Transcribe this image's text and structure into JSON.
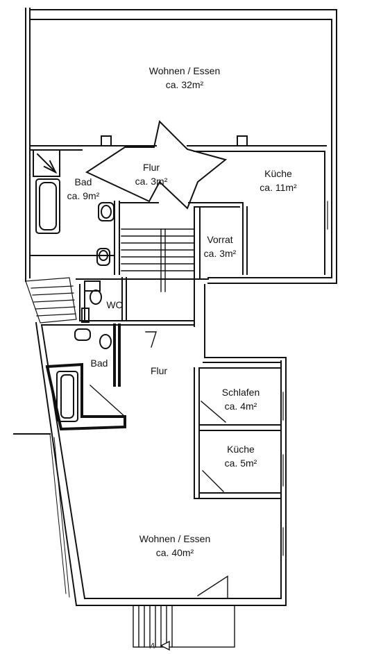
{
  "plan": {
    "upper": {
      "wohnen": {
        "name": "Wohnen / Essen",
        "area": "ca. 32m²"
      },
      "flur": {
        "name": "Flur",
        "area": "ca. 3m²"
      },
      "bad": {
        "name": "Bad",
        "area": "ca. 9m²"
      },
      "kueche": {
        "name": "Küche",
        "area": "ca. 11m²"
      },
      "vorrat": {
        "name": "Vorrat",
        "area": "ca. 3m²"
      },
      "wc": {
        "name": "WC"
      }
    },
    "lower": {
      "bad": {
        "name": "Bad"
      },
      "flur": {
        "name": "Flur"
      },
      "schlafen": {
        "name": "Schlafen",
        "area": "ca. 4m²"
      },
      "kueche": {
        "name": "Küche",
        "area": "ca. 5m²"
      },
      "wohnen": {
        "name": "Wohnen / Essen",
        "area": "ca. 40m²"
      }
    },
    "section_marker": "A"
  }
}
